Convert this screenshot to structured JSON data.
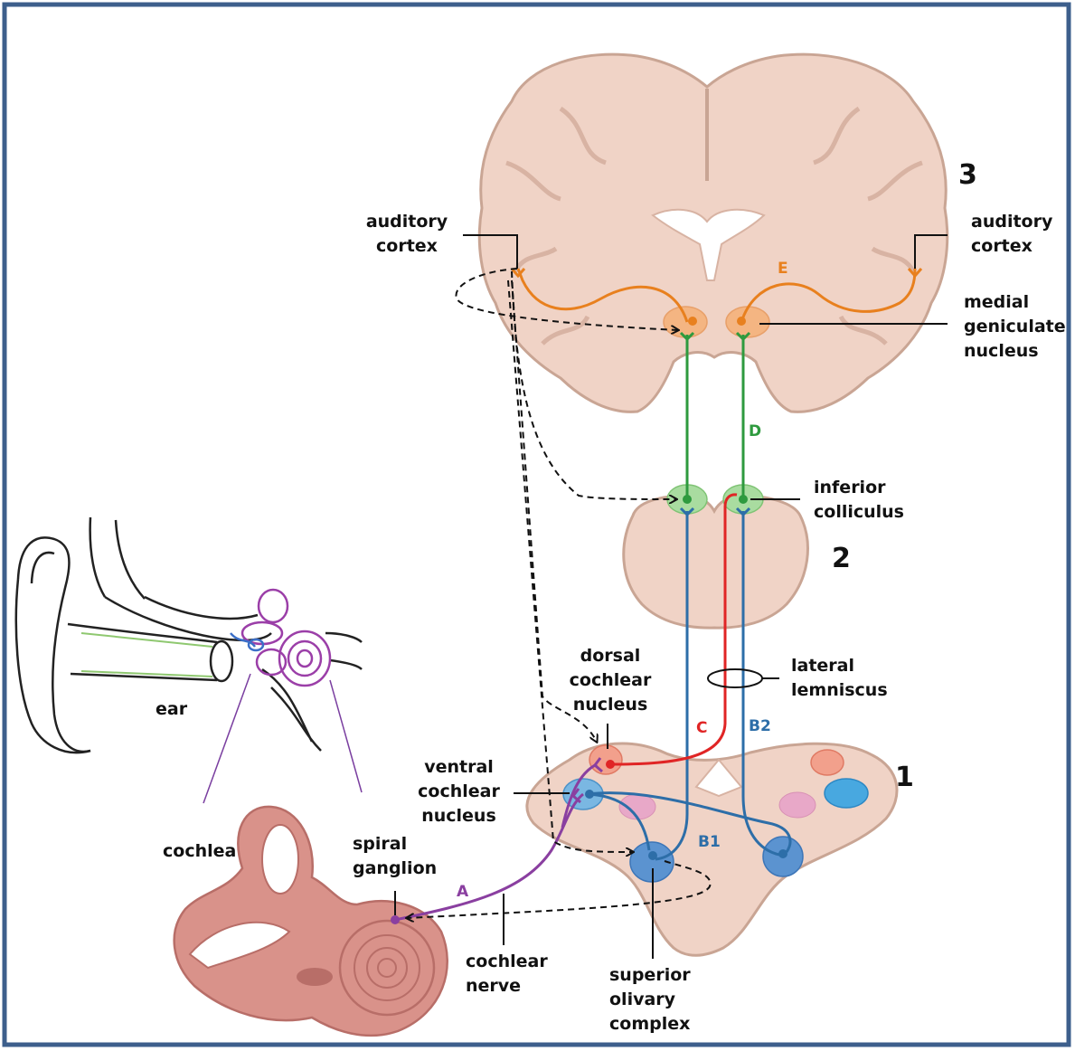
{
  "colors": {
    "border": "#3d5f8c",
    "tissue": "#f0d3c6",
    "tissue_stroke": "#c9a594",
    "orange": "#e8801e",
    "green": "#2e9a3e",
    "blue": "#2d6ea8",
    "red": "#e02525",
    "purple": "#8a3fa0"
  },
  "labels": {
    "auditory_cortex_left": [
      "auditory",
      "cortex"
    ],
    "auditory_cortex_right": [
      "auditory",
      "cortex"
    ],
    "medial_geniculate": [
      "medial",
      "geniculate",
      "nucleus"
    ],
    "inferior_colliculus": [
      "inferior",
      "colliculus"
    ],
    "lateral_lemniscus": [
      "lateral",
      "lemniscus"
    ],
    "dorsal_cochlear": [
      "dorsal",
      "cochlear",
      "nucleus"
    ],
    "ventral_cochlear": [
      "ventral",
      "cochlear",
      "nucleus"
    ],
    "superior_olivary": [
      "superior",
      "olivary",
      "complex"
    ],
    "cochlear_nerve": [
      "cochlear",
      "nerve"
    ],
    "spiral_ganglion": [
      "spiral",
      "ganglion"
    ],
    "cochlea": "cochlea",
    "ear": "ear"
  },
  "levels": {
    "level_1": "1",
    "level_2": "2",
    "level_3": "3"
  },
  "pathways": {
    "A": "A",
    "B1": "B1",
    "B2": "B2",
    "C": "C",
    "D": "D",
    "E": "E"
  }
}
